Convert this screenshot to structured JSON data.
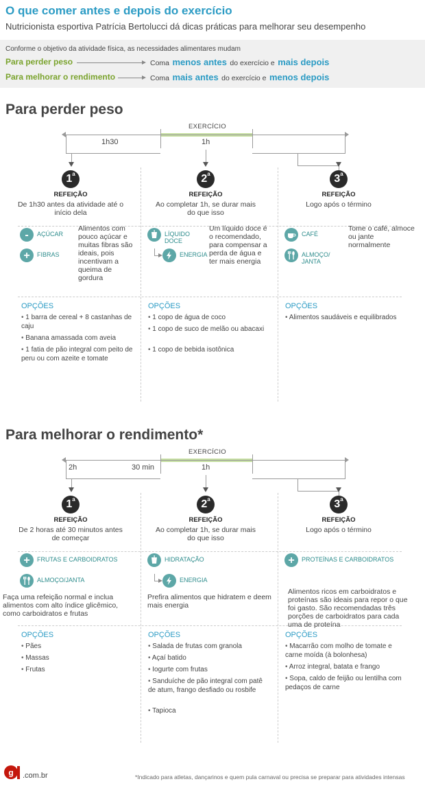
{
  "title": "O que comer antes e depois do exercício",
  "subtitle": "Nutricionista esportiva Patrícia Bertolucci dá dicas práticas para melhorar seu desempenho",
  "intro": {
    "text": "Conforme o objetivo da atividade física, as necessidades alimentares mudam",
    "rows": [
      {
        "goal": "Para perder peso",
        "coma": "Coma",
        "a": "menos antes",
        "mid": "do exercício e",
        "b": "mais depois"
      },
      {
        "goal": "Para melhorar o rendimento",
        "coma": "Coma",
        "a": "mais antes",
        "mid": "do exercício e",
        "b": "menos depois"
      }
    ]
  },
  "colors": {
    "accent": "#2b9bc4",
    "green": "#7aa32d",
    "teal": "#5da7a7",
    "exercise_bar": "#c6dfa1"
  },
  "sections": [
    {
      "title": "Para perder peso",
      "timeline": {
        "exercise": "EXERCÍCIO",
        "before_left": "",
        "before_right": "1h30",
        "during": "1h"
      },
      "meals": [
        {
          "num": "1",
          "sup": "a",
          "label": "REFEIÇÃO",
          "desc": "De 1h30 antes da atividade até o início dela",
          "icons": [
            {
              "icon": "minus-icon",
              "label": "AÇÚCAR"
            },
            {
              "icon": "plus-icon",
              "label": "FIBRAS"
            }
          ],
          "body": "Alimentos com pouco açúcar e muitas fibras são ideais, pois incentivam a queima de gordura",
          "options_label": "OPÇÕES",
          "options": [
            "1 barra de cereal + 8 castanhas de caju",
            "Banana amassada com aveia",
            "1 fatia de pão integral com peito de peru ou com azeite e tomate"
          ]
        },
        {
          "num": "2",
          "sup": "a",
          "label": "REFEIÇÃO",
          "desc": "Ao completar 1h, se durar mais do que isso",
          "icons": [
            {
              "icon": "drink-icon",
              "label": "LÍQUIDO DOCE"
            },
            {
              "icon": "energy-icon",
              "label": "ENERGIA"
            }
          ],
          "body": "Um líquido doce é o recomendado, para compensar a perda de água e ter mais energia",
          "options_label": "OPÇÕES",
          "options": [
            "1 copo de água de coco",
            "1 copo de suco de melão ou abacaxi",
            "1 copo de bebida isotônica"
          ]
        },
        {
          "num": "3",
          "sup": "a",
          "label": "REFEIÇÃO",
          "desc": "Logo após o término",
          "icons": [
            {
              "icon": "coffee-icon",
              "label": "CAFÉ"
            },
            {
              "icon": "cutlery-icon",
              "label": "ALMOÇO/ JANTA"
            }
          ],
          "body": "Tome o café, almoce ou jante normalmente",
          "options_label": "OPÇÕES",
          "options": [
            "Alimentos saudáveis e equilibrados"
          ]
        }
      ]
    },
    {
      "title": "Para melhorar o rendimento*",
      "timeline": {
        "exercise": "EXERCÍCIO",
        "before_left": "2h",
        "before_right": "30 min",
        "during": "1h"
      },
      "meals": [
        {
          "num": "1",
          "sup": "a",
          "label": "REFEIÇÃO",
          "desc": "De 2 horas até 30 minutos antes de começar",
          "icons": [
            {
              "icon": "plus-icon",
              "label": "FRUTAS E CARBOIDRATOS"
            },
            {
              "icon": "cutlery-icon",
              "label": "ALMOÇO/JANTA"
            }
          ],
          "body": "Faça uma refeição normal e inclua alimentos com alto índice glicêmico, como carboidratos e frutas",
          "options_label": "OPÇÕES",
          "options": [
            "Pães",
            "Massas",
            "Frutas"
          ]
        },
        {
          "num": "2",
          "sup": "a",
          "label": "REFEIÇÃO",
          "desc": "Ao completar 1h, se durar mais do que isso",
          "icons": [
            {
              "icon": "drink-icon",
              "label": "HIDRATAÇÃO"
            },
            {
              "icon": "energy-icon",
              "label": "ENERGIA"
            }
          ],
          "body": "Prefira alimentos que hidratem e deem mais energia",
          "options_label": "OPÇÕES",
          "options": [
            "Salada de frutas com granola",
            "Açaí batido",
            "Iogurte com frutas",
            "Sanduíche de pão integral com patê de atum, frango desfiado ou rosbife",
            "Tapioca"
          ]
        },
        {
          "num": "3",
          "sup": "a",
          "label": "REFEIÇÃO",
          "desc": "Logo após o término",
          "icons": [
            {
              "icon": "plus-icon",
              "label": "PROTEÍNAS E CARBOIDRATOS"
            }
          ],
          "body": "Alimentos ricos em carboidratos e proteínas são ideais para repor o que foi gasto. São recomendadas três porções de carboidratos para cada uma de proteína",
          "options_label": "OPÇÕES",
          "options": [
            "Macarrão com molho de tomate e carne moída (à bolonhesa)",
            "Arroz integral, batata e frango",
            "Sopa, caldo de feijão ou lentilha com pedaços de carne"
          ]
        }
      ]
    }
  ],
  "footer": {
    "logo": "G1",
    "domain": ".com.br",
    "note": "*Indicado para atletas, dançarinos e quem pula carnaval ou precisa se preparar para atividades intensas"
  }
}
